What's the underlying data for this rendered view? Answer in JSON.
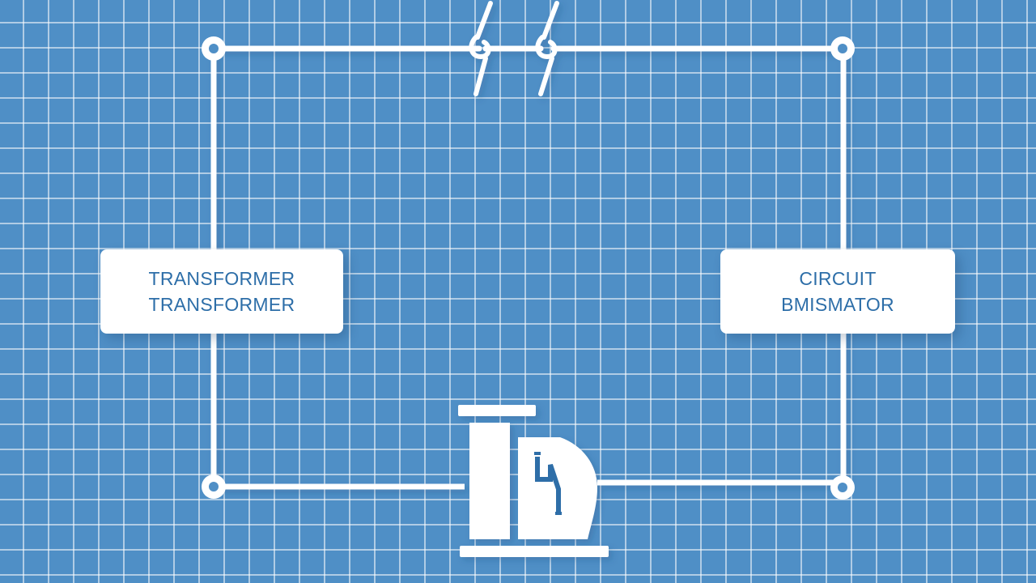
{
  "diagram": {
    "left_label": {
      "line1": "TRANSFORMER",
      "line2": "TRANSFORMER"
    },
    "right_label": {
      "line1": "CIRCUIT",
      "line2": "BMISMATOR"
    },
    "colors": {
      "background": "#4f8fc6",
      "grid": "#cfe0f0",
      "wire": "#ffffff",
      "label_text": "#2d6ea8",
      "accent": "#2d6ea8"
    },
    "icons": {
      "top_switch": "switch-break-icon",
      "bottom_component": "breaker-icon",
      "nodes": "terminal-node-icon"
    }
  }
}
